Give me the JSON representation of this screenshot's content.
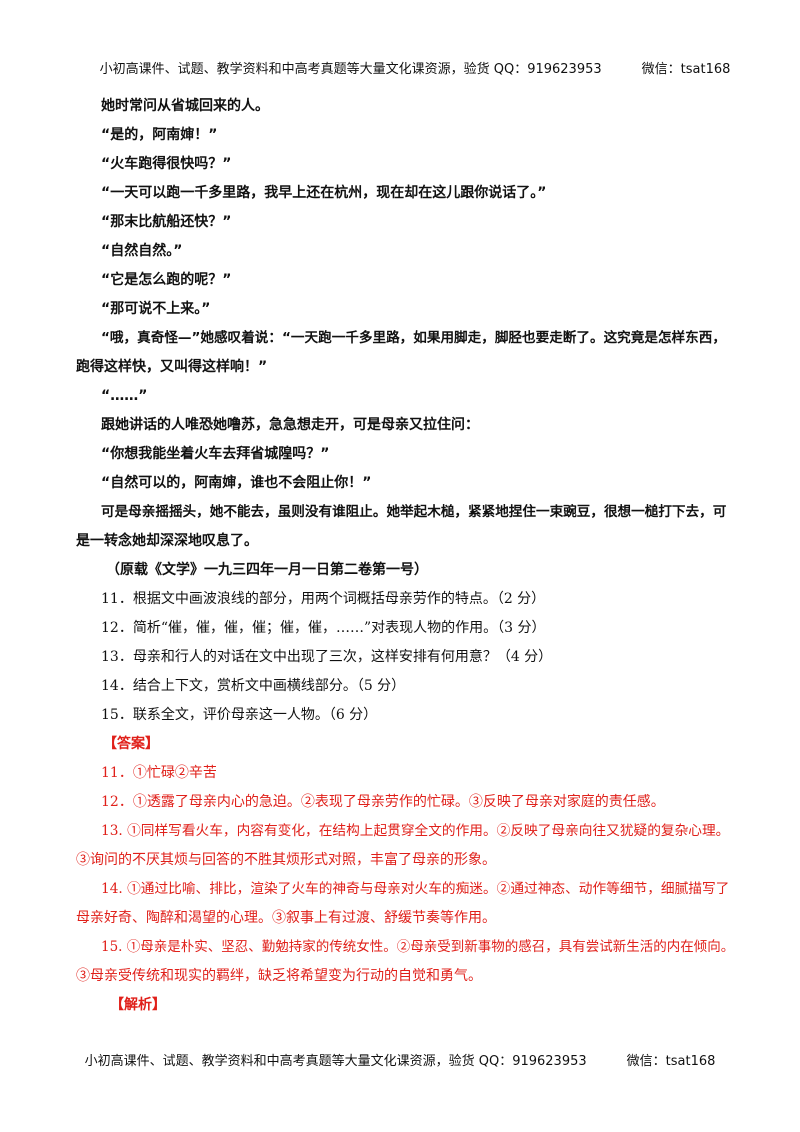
{
  "header": {
    "left": "小初高课件、试题、教学资料和中高考真题等大量文化课资源，验货 QQ：919623953",
    "right": "微信：tsat168"
  },
  "story": [
    "她时常问从省城回来的人。",
    "“是的，阿南婶！”",
    "“火车跑得很快吗？”",
    "“一天可以跑一千多里路，我早上还在杭州，现在却在这儿跟你说话了。”",
    "“那末比航船还快？”",
    "“自然自然。”",
    "“它是怎么跑的呢？”",
    "“那可说不上来。”"
  ],
  "para_sigh": {
    "line1": "“哦，真奇怪—”她感叹着说：“一天跑一千多里路，如果用脚走，脚胫也要走断了。这究竟是怎样东西，",
    "line2": "跑得这样快，又叫得这样响！”"
  },
  "ellipsis": "“……”",
  "story2": [
    "跟她讲话的人唯恐她噜苏，急急想走开，可是母亲又拉住问：",
    "“你想我能坐着火车去拜省城隍吗？”",
    "“自然可以的，阿南婶，谁也不会阻止你！”"
  ],
  "para_end": {
    "line1": "可是母亲摇摇头，她不能去，虽则没有谁阻止。她举起木槌，紧紧地捏住一束豌豆，很想一槌打下去，可",
    "line2": "是一转念她却深深地叹息了。"
  },
  "source": "（原载《文学》一九三四年一月一日第二卷第一号）",
  "questions": [
    "11．根据文中画波浪线的部分，用两个词概括母亲劳作的特点。（2 分）",
    "12．简析“催，催，催，催；催，催，……”对表现人物的作用。（3 分）",
    "13．母亲和行人的对话在文中出现了三次，这样安排有何用意？（4 分）",
    "14．结合上下文，赏析文中画横线部分。（5 分）",
    "15．联系全文，评价母亲这一人物。（6 分）"
  ],
  "answer_label": "【答案】",
  "answers": {
    "a11": "11．①忙碌②辛苦",
    "a12": "12．①透露了母亲内心的急迫。②表现了母亲劳作的忙碌。③反映了母亲对家庭的责任感。",
    "a13_l1": "13. ①同样写看火车，内容有变化，在结构上起贯穿全文的作用。②反映了母亲向往又犹疑的复杂心理。",
    "a13_l2": "③询问的不厌其烦与回答的不胜其烦形式对照，丰富了母亲的形象。",
    "a14_l1": "14. ①通过比喻、排比，渲染了火车的神奇与母亲对火车的痴迷。②通过神态、动作等细节，细腻描写了",
    "a14_l2": "母亲好奇、陶醉和渴望的心理。③叙事上有过渡、舒缓节奏等作用。",
    "a15_l1": "15. ①母亲是朴实、坚忍、勤勉持家的传统女性。②母亲受到新事物的感召，具有尝试新生活的内在倾向。",
    "a15_l2": "③母亲受传统和现实的羁绊，缺乏将希望变为行动的自觉和勇气。"
  },
  "analysis_label": "【解析】",
  "footer": {
    "left": "小初高课件、试题、教学资料和中高考真题等大量文化课资源，验货 QQ：919623953",
    "right": "微信：tsat168"
  }
}
